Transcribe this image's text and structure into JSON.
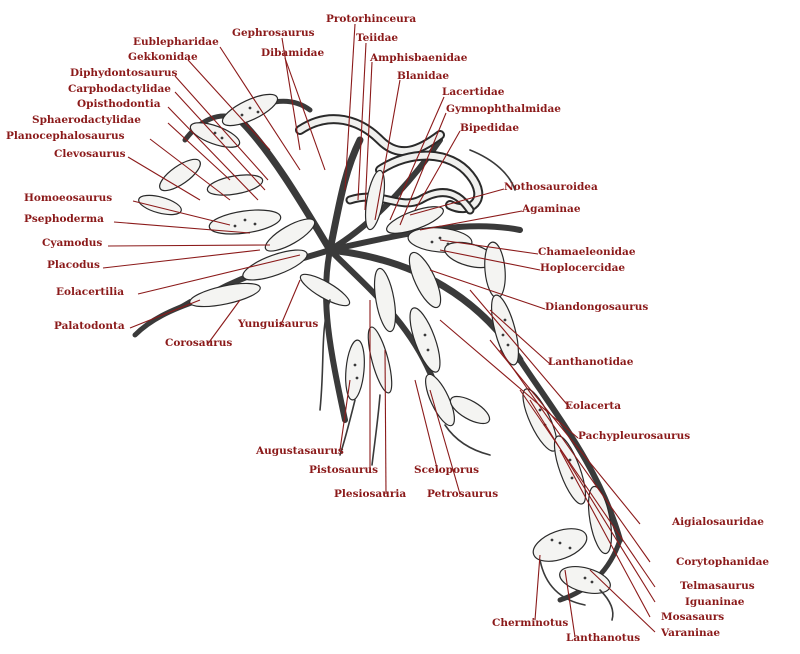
{
  "colors": {
    "label": "#8b1a1a",
    "ink": "#2a2a2a",
    "background": "#ffffff"
  },
  "labels": {
    "protorhinceura": "Protorhinceura",
    "gephrosaurus": "Gephrosaurus",
    "eublepharidae": "Eublepharidae",
    "teiidae": "Teiidae",
    "gekkonidae": "Gekkonidae",
    "dibamidae": "Dibamidae",
    "amphisbaenidae": "Amphisbaenidae",
    "diphydontosaurus": "Diphydontosaurus",
    "blanidae": "Blanidae",
    "carphodactylidae": "Carphodactylidae",
    "lacertidae": "Lacertidae",
    "opisthodontia": "Opisthodontia",
    "gymnophthalmidae": "Gymnophthalmidae",
    "sphaerodactylidae": "Sphaerodactylidae",
    "bipedidae": "Bipedidae",
    "planocephalosaurus": "Planocephalosaurus",
    "clevosaurus": "Clevosaurus",
    "nothosauroidea": "Nothosauroidea",
    "homoeosaurus": "Homoeosaurus",
    "agaminae": "Agaminae",
    "psephoderma": "Psephoderma",
    "cyamodus": "Cyamodus",
    "chamaeleonidae": "Chamaeleonidae",
    "placodus": "Placodus",
    "hoplocercidae": "Hoplocercidae",
    "eolacertilia": "Eolacertilia",
    "diandongosaurus": "Diandongosaurus",
    "palatodonta": "Palatodonta",
    "yunguisaurus": "Yunguisaurus",
    "corosaurus": "Corosaurus",
    "lanthanotidae": "Lanthanotidae",
    "eolacerta": "Eolacerta",
    "pachypleurosaurus": "Pachypleurosaurus",
    "augustasaurus": "Augustasaurus",
    "pistosaurus": "Pistosaurus",
    "sceloporus": "Sceloporus",
    "plesiosauria": "Plesiosauria",
    "petrosaurus": "Petrosaurus",
    "aigialosauridae": "Aigialosauridae",
    "corytophanidae": "Corytophanidae",
    "telmasaurus": "Telmasaurus",
    "iguaninae": "Iguaninae",
    "cherminotus": "Cherminotus",
    "mosasaurs": "Mosasaurs",
    "lanthanotus": "Lanthanotus",
    "varaninae": "Varaninae"
  }
}
